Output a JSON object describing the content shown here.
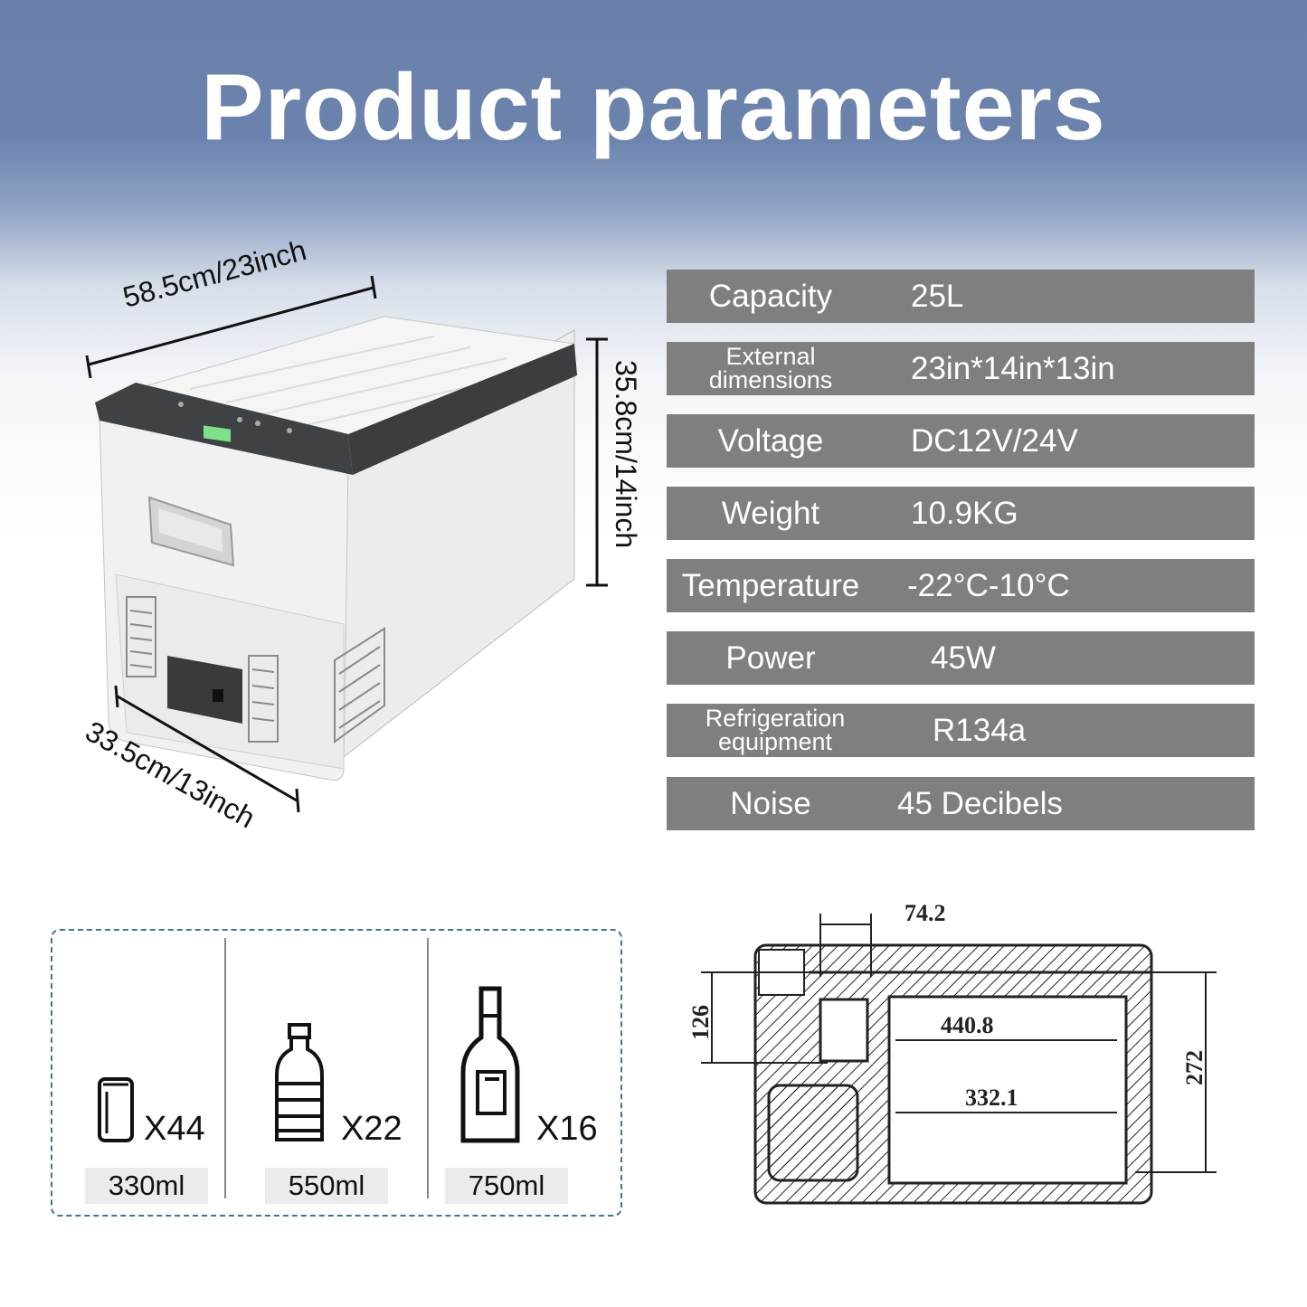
{
  "header": {
    "title": "Product parameters"
  },
  "product": {
    "width_label": "58.5cm/23inch",
    "height_label": "35.8cm/14inch",
    "depth_label": "33.5cm/13inch"
  },
  "params": [
    {
      "label": "Capacity",
      "value": "25L"
    },
    {
      "label": "External dimensions",
      "value": "23in*14in*13in"
    },
    {
      "label": "Voltage",
      "value": "DC12V/24V"
    },
    {
      "label": "Weight",
      "value": "10.9KG"
    },
    {
      "label": "Temperature",
      "value": "-22°C-10°C"
    },
    {
      "label": "Power",
      "value": "45W"
    },
    {
      "label": "Refrigeration equipment",
      "value": "R134a"
    },
    {
      "label": "Noise",
      "value": "45 Decibels"
    }
  ],
  "capacity": {
    "items": [
      {
        "icon": "can-icon",
        "count": "X44",
        "volume": "330ml"
      },
      {
        "icon": "water-bottle-icon",
        "count": "X22",
        "volume": "550ml"
      },
      {
        "icon": "wine-bottle-icon",
        "count": "X16",
        "volume": "750ml"
      }
    ]
  },
  "drawing": {
    "dims": [
      "74.2",
      "126",
      "440.8",
      "332.1",
      "272"
    ]
  },
  "colors": {
    "header_blue": "#6a80ab",
    "param_bg": "#7f7f7f",
    "dashed_border": "#3f7790"
  }
}
